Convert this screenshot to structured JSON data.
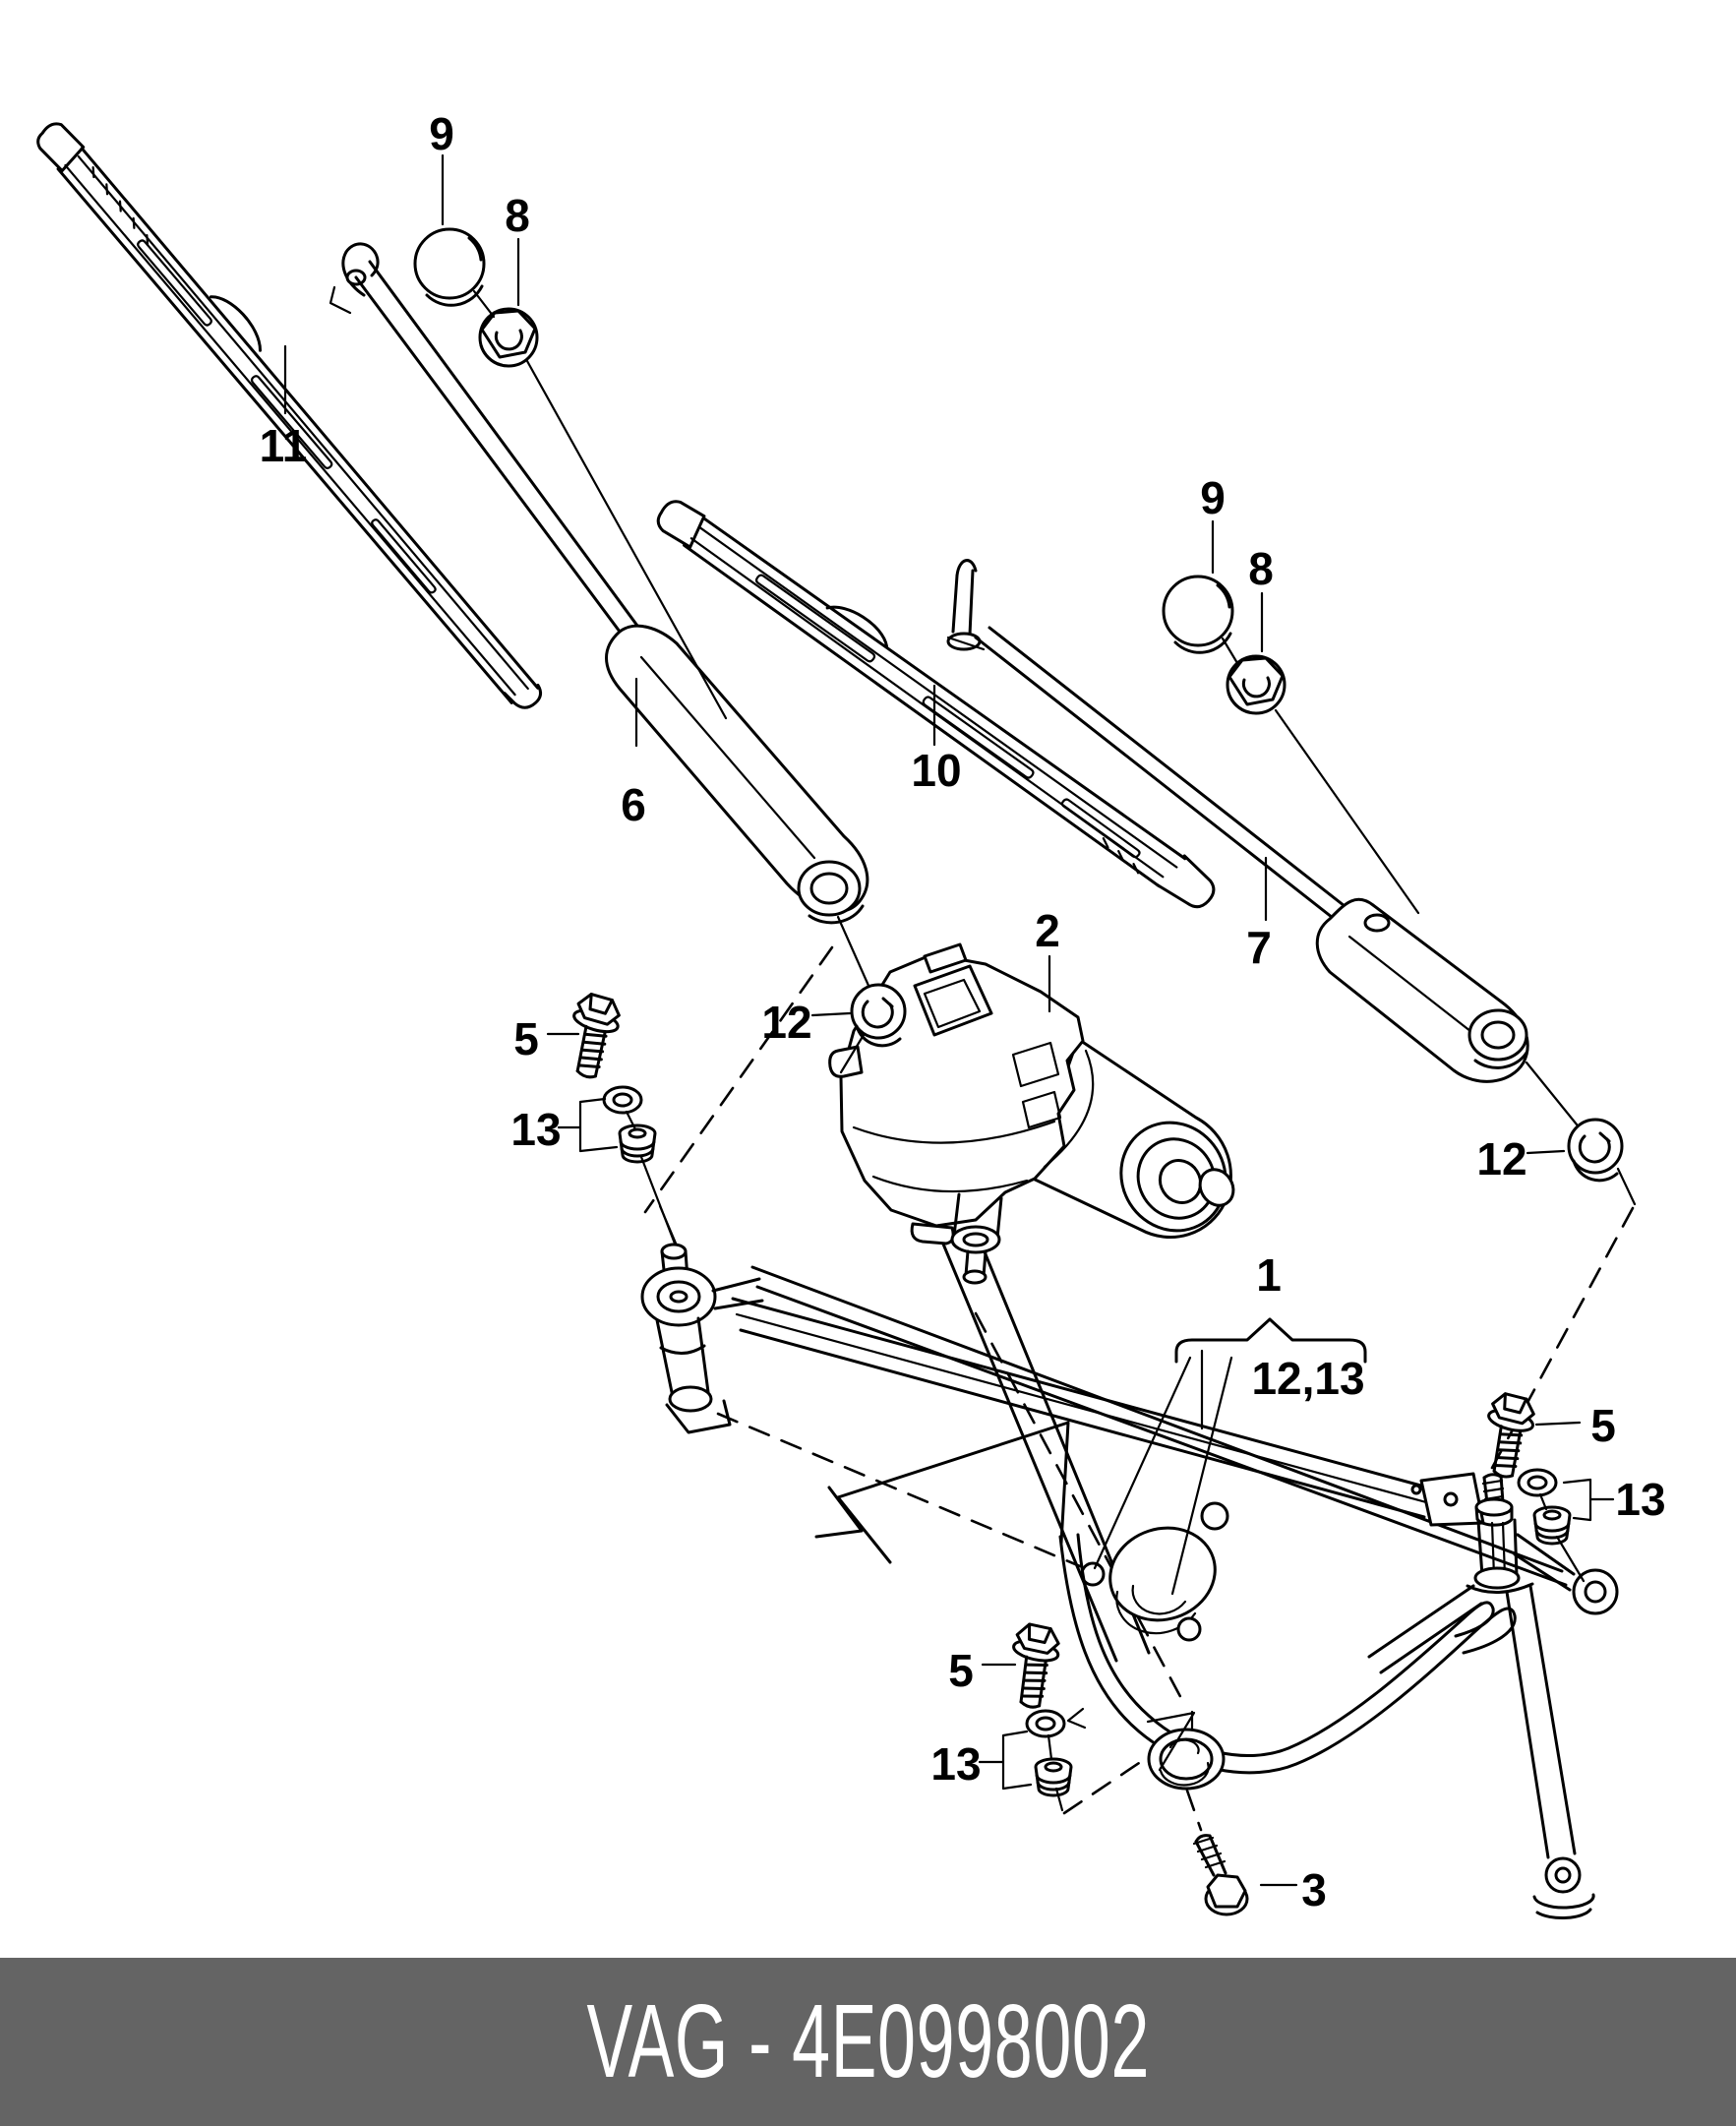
{
  "footer": {
    "text": "VAG - 4E0998002",
    "brand": "VAG",
    "part_code": "4E0998002",
    "bar_color": "#646464",
    "text_color": "#ffffff"
  },
  "diagram": {
    "background": "#ffffff",
    "line_color": "#000000",
    "labels": {
      "l9a": {
        "text": "9"
      },
      "l8a": {
        "text": "8"
      },
      "l11": {
        "text": "11"
      },
      "l6": {
        "text": "6"
      },
      "l10": {
        "text": "10"
      },
      "l12a": {
        "text": "12"
      },
      "l9b": {
        "text": "9"
      },
      "l8b": {
        "text": "8"
      },
      "l7": {
        "text": "7"
      },
      "l2": {
        "text": "2"
      },
      "l5a": {
        "text": "5"
      },
      "l13a": {
        "text": "13"
      },
      "l12b": {
        "text": "12"
      },
      "l1": {
        "text": "1"
      },
      "l1213": {
        "text": "12,13"
      },
      "l5b": {
        "text": "5"
      },
      "l13b": {
        "text": "13"
      },
      "l5c": {
        "text": "5"
      },
      "l13c": {
        "text": "13"
      },
      "l3": {
        "text": "3"
      }
    }
  }
}
